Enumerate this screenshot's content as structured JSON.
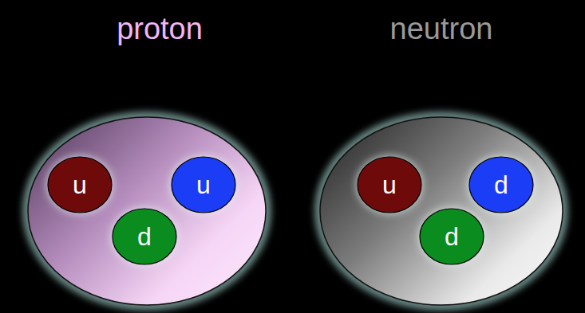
{
  "diagram": {
    "nodes": [
      {
        "text": [
          "proton"
        ]
      },
      {
        "text": [
          "u"
        ],
        "in": 0
      },
      {
        "text": [
          "u"
        ],
        "in": 0
      },
      {
        "text": [
          "d"
        ],
        "in": 0
      },
      {
        "text": [
          "neutron"
        ]
      },
      {
        "text": [
          "u"
        ],
        "in": 4
      },
      {
        "text": [
          "d"
        ],
        "in": 4
      },
      {
        "text": [
          "d"
        ],
        "in": 4
      }
    ]
  }
}
